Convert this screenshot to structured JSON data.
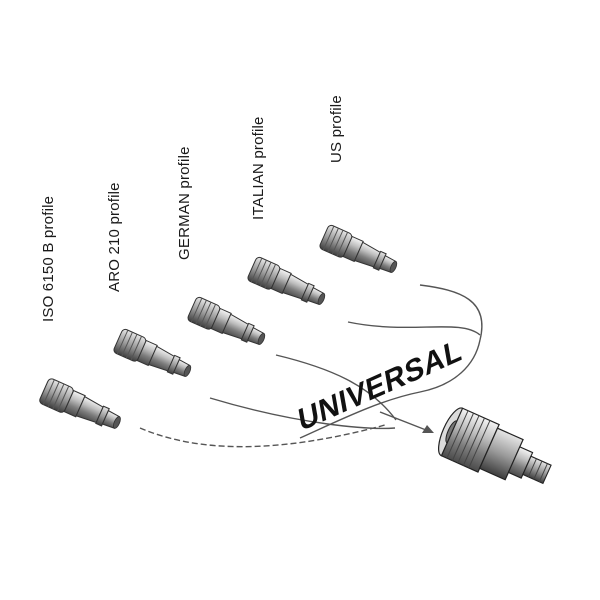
{
  "profiles": [
    {
      "label": "ISO 6150 B profile"
    },
    {
      "label": "ARO 210 profile"
    },
    {
      "label": "GERMAN profile"
    },
    {
      "label": "ITALIAN profile"
    },
    {
      "label": "US profile"
    }
  ],
  "banner": "UNIVERSAL",
  "icons": {
    "plug": "quick-coupler-plug-icon",
    "coupler": "universal-coupler-icon"
  }
}
